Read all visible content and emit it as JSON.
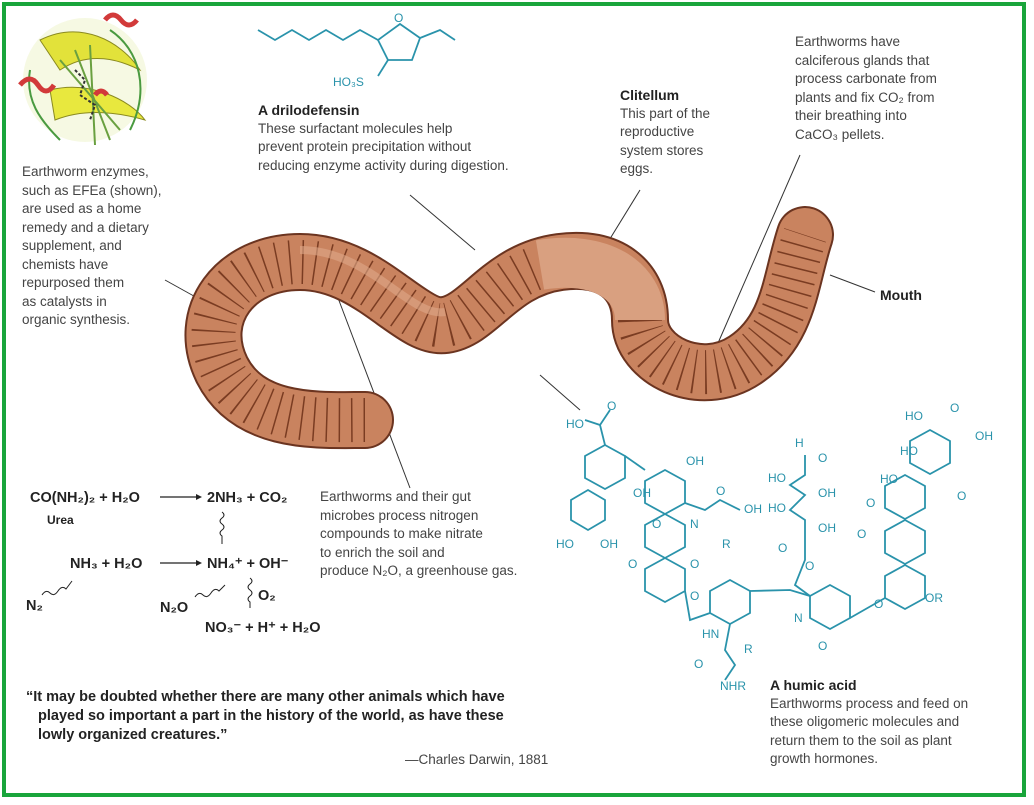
{
  "enzyme_note": {
    "lines": [
      "Earthworm enzymes,",
      "such as EFEa (shown),",
      "are used as a home",
      "remedy and a dietary",
      "supplement, and",
      "chemists have",
      "repurposed them",
      "as catalysts in",
      "organic synthesis."
    ]
  },
  "drilodefensin": {
    "title": "A drilodefensin",
    "lines": [
      "These surfactant molecules help",
      "prevent protein precipitation without",
      "reducing enzyme activity during digestion."
    ],
    "atom_labels": [
      "O",
      "HO₃S"
    ]
  },
  "clitellum": {
    "title": "Clitellum",
    "lines": [
      "This part of the",
      "reproductive",
      "system stores",
      "eggs."
    ]
  },
  "calciferous": {
    "lines": [
      "Earthworms have",
      "calciferous glands that",
      "process carbonate from",
      "plants and fix CO₂ from",
      "their breathing into",
      "CaCO₃ pellets."
    ]
  },
  "mouth": {
    "label": "Mouth"
  },
  "nitrogen": {
    "lines": [
      "Earthworms and their gut",
      "microbes process nitrogen",
      "compounds to make nitrate",
      "to enrich the soil and",
      "produce N₂O, a greenhouse gas."
    ],
    "reactions": {
      "r1_left": "CO(NH₂)₂ + H₂O",
      "r1_right": "2NH₃ + CO₂",
      "urea": "Urea",
      "r2_left": "NH₃ + H₂O",
      "r2_right": "NH₄⁺ + OH⁻",
      "n2": "N₂",
      "n2o": "N₂O",
      "o2": "O₂",
      "r3": "NO₃⁻ + H⁺ + H₂O"
    }
  },
  "humic_acid": {
    "title": "A humic acid",
    "lines": [
      "Earthworms process and feed on",
      "these oligomeric molecules and",
      "return them to the soil as plant",
      "growth hormones."
    ],
    "atom_labels": [
      "HO",
      "O",
      "OH",
      "OH",
      "HO",
      "OH",
      "O",
      "N",
      "OH",
      "O",
      "R",
      "O",
      "O",
      "O",
      "HN",
      "R",
      "O",
      "NHR",
      "H",
      "O",
      "HO",
      "OH",
      "HO",
      "OH",
      "O",
      "O",
      "N",
      "O",
      "O",
      "HO",
      "O",
      "OH",
      "HO",
      "HO",
      "O",
      "O",
      "O",
      "OR"
    ]
  },
  "quote": {
    "lines": [
      "“It may be doubted whether there are many other animals which have",
      "played so important a part in the history of the world, as have these",
      "lowly organized creatures.”"
    ],
    "attribution": "—Charles Darwin, 1881"
  },
  "colors": {
    "frame": "#19a53b",
    "worm": "#c9835f",
    "worm_dark": "#6b3420",
    "molecule": "#2a93ab"
  }
}
